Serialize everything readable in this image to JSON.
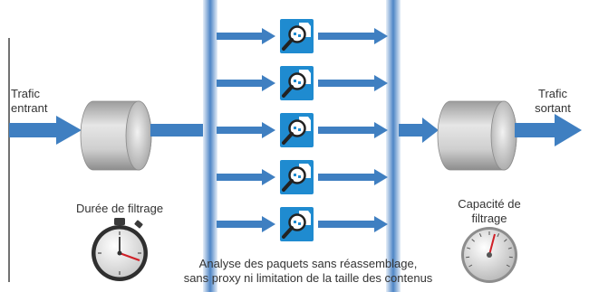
{
  "labels": {
    "incoming": [
      "Trafic",
      "entrant"
    ],
    "outgoing": [
      "Trafic",
      "sortant"
    ],
    "filter_duration": "Durée de filtrage",
    "filter_capacity": [
      "Capacité de",
      "filtrage"
    ],
    "analysis_note": [
      "Analyse des paquets sans réassemblage,",
      "sans proxy ni limitation de la taille des contenus"
    ]
  },
  "colors": {
    "arrow_blue": "#3f7fc1",
    "bus_outer": "#cfdff0",
    "bus_core": "#3a78bd",
    "inspect_icon": "#1f8bd0",
    "text": "#333333"
  },
  "inspection_units": [
    {
      "icon": "packet-inspect-icon"
    },
    {
      "icon": "packet-inspect-icon"
    },
    {
      "icon": "packet-inspect-icon"
    },
    {
      "icon": "packet-inspect-icon"
    },
    {
      "icon": "packet-inspect-icon"
    }
  ],
  "icons": {
    "input_filter": "cylinder-filter-icon",
    "output_filter": "cylinder-filter-icon",
    "timer": "stopwatch-icon",
    "gauge": "gauge-icon"
  }
}
